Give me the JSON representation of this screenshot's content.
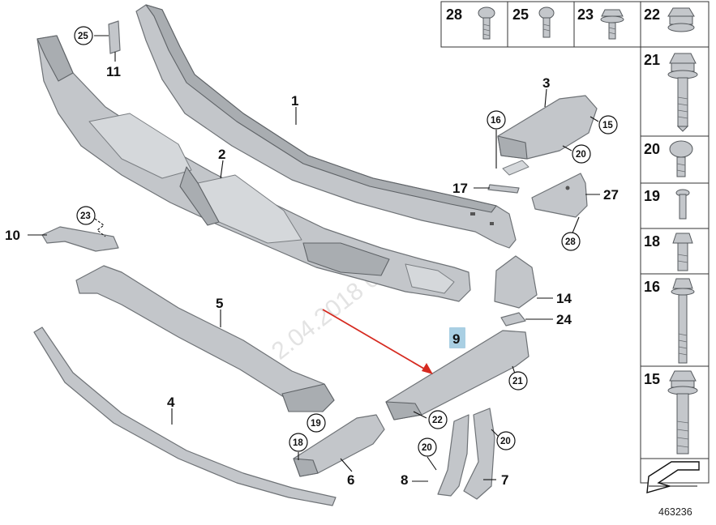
{
  "callouts": {
    "c1": "1",
    "c2": "2",
    "c3": "3",
    "c4": "4",
    "c5": "5",
    "c6": "6",
    "c7": "7",
    "c8": "8",
    "c9": "9",
    "c10": "10",
    "c11": "11",
    "c14": "14",
    "c17": "17",
    "c24": "24",
    "c27": "27"
  },
  "circled": {
    "b25": "25",
    "b23": "23",
    "b16": "16",
    "b15": "15",
    "b20a": "20",
    "b28": "28",
    "b21": "21",
    "b22": "22",
    "b19": "19",
    "b18": "18",
    "b20b": "20",
    "b20c": "20"
  },
  "legend": {
    "top": [
      "28",
      "25",
      "23",
      "22"
    ],
    "side": [
      "21",
      "20",
      "19",
      "18",
      "16",
      "15"
    ]
  },
  "watermark_text": "2.04.2018 00.",
  "diagram_id": "463236",
  "colors": {
    "highlight": "#a9cfe3",
    "arrow": "#d62a20"
  }
}
